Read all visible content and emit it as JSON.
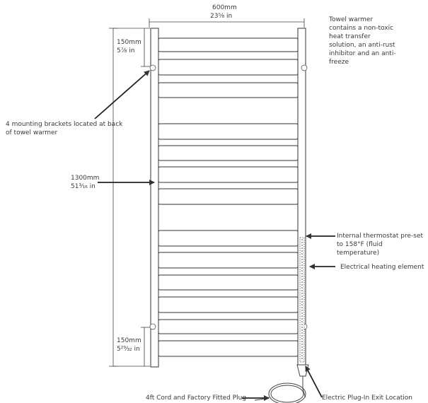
{
  "dimensions": {
    "width_mm": "600mm",
    "width_in": "23⅝ in",
    "height_mm": "1300mm",
    "height_in": "51³⁄₁₆ in",
    "top_spacing_mm": "150mm",
    "top_spacing_in": "5⅞ in",
    "bottom_spacing_mm": "150mm",
    "bottom_spacing_in": "5²⁹⁄₃₂ in"
  },
  "notes": {
    "fluid": "Towel warmer contains a non-toxic heat transfer solution, an anti-rust inhibitor and an anti-freeze",
    "brackets": "4 mounting brackets located at back of towel warmer",
    "thermostat": "Internal thermostat pre-set to 158°F (fluid temperature)",
    "element": "Electrical heating element",
    "cord": "4ft Cord and Factory Fitted Plug",
    "exit": "Electric Plug-In Exit Location"
  },
  "icons": {
    "arrow": "arrow-icon",
    "bracket": "mounting-bracket-icon",
    "cord": "coiled-cord-icon"
  },
  "colors": {
    "line": "#3a3a3a",
    "text": "#3a3a3a"
  }
}
